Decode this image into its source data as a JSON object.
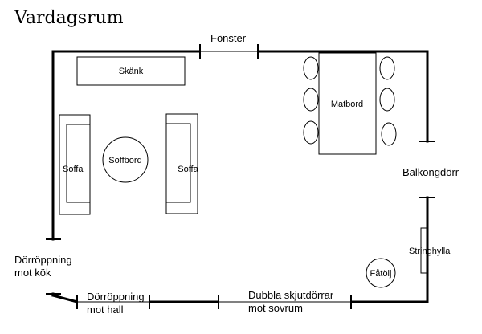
{
  "title": "Vardagsrum",
  "labels": {
    "window": "Fönster",
    "sideboard": "Skänk",
    "sofa_left": "Soffa",
    "coffee_table": "Soffbord",
    "sofa_right": "Soffa",
    "dining_table": "Matbord",
    "balcony_door": "Balkongdörr",
    "shelf": "Stringhylla",
    "armchair": "Fåtölj",
    "kitchen_opening_1": "Dörröppning",
    "kitchen_opening_2": "mot kök",
    "hall_opening_1": "Dörröppning",
    "hall_opening_2": "mot hall",
    "sliding_doors_1": "Dubbla skjutdörrar",
    "sliding_doors_2": "mot sovrum"
  }
}
